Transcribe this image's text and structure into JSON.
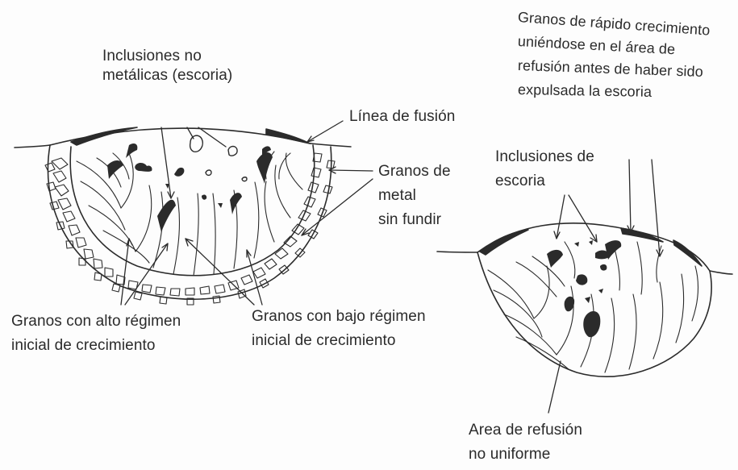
{
  "left_diagram": {
    "inclusiones_no_metalicas": [
      "Inclusiones no",
      "metálicas (escoria)"
    ],
    "linea_de_fusion": "Línea de fusión",
    "granos_metal_sin_fundir": [
      "Granos de",
      "metal",
      "sin fundir"
    ],
    "granos_alto_regimen": [
      "Granos con alto régimen",
      "inicial de crecimiento"
    ],
    "granos_bajo_regimen": [
      "Granos con bajo régimen",
      "inicial de crecimiento"
    ]
  },
  "right_diagram": {
    "granos_rapido_crecimiento": [
      "Granos de rápido crecimiento",
      "uniéndose en el área de",
      "refusión antes de haber sido",
      "expulsada la escoria"
    ],
    "inclusiones_de_escoria": [
      "Inclusiones de",
      "escoria"
    ],
    "area_refusion": [
      "Area de refusión",
      "no uniforme"
    ]
  },
  "colors": {
    "ink": "#2b2b2b",
    "paper": "#fdfdfd"
  }
}
